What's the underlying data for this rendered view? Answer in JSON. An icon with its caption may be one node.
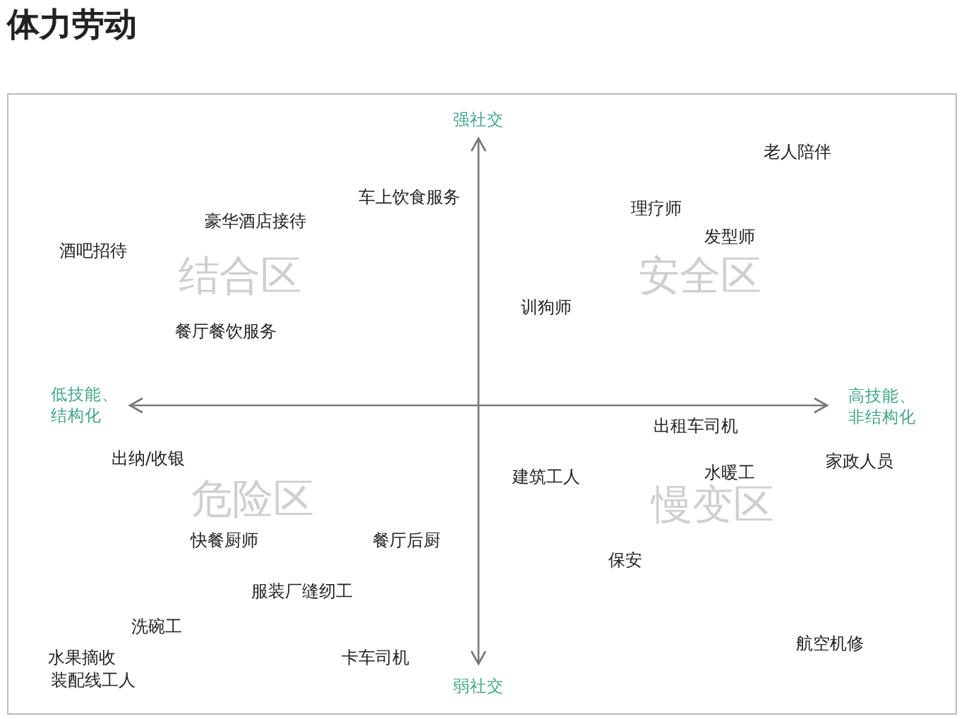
{
  "diagram": {
    "title": "体力劳动",
    "labels": [
      "强社交",
      "老人陪伴",
      "车上饮食服务",
      "理疗师",
      "豪华酒店接待",
      "发型师",
      "酒吧招待",
      "结合区",
      "安全区",
      "训狗师",
      "餐厅餐饮服务",
      "低技能、结构化",
      "高技能、非结构化",
      "出租车司机",
      "出纳/收银",
      "家政人员",
      "建筑工人",
      "水暖工",
      "危险区",
      "慢变区",
      "快餐厨师",
      "餐厅后厨",
      "保安",
      "服装厂缝纫工",
      "洗碗工",
      "航空机修",
      "水果摘收",
      "卡车司机",
      "装配线工人",
      "弱社交"
    ]
  }
}
